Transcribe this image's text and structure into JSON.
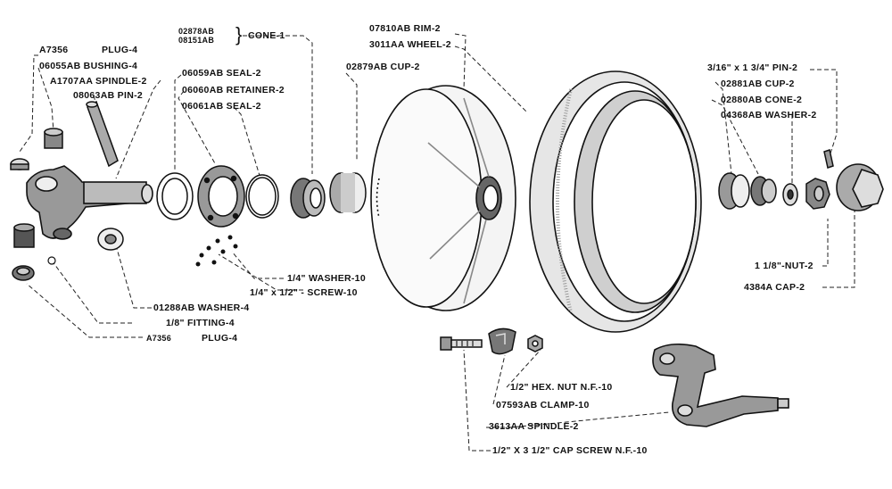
{
  "labels": {
    "plug_a": "A7356",
    "plug_a_name": "PLUG-4",
    "bushing": "06055AB BUSHING-4",
    "spindle_left": "A1707AA SPINDLE-2",
    "pin_left": "08063AB PIN-2",
    "cone_1": "02878AB",
    "cone_2": "08151AB",
    "cone_name": "CONE-1",
    "seal_1": "06059AB SEAL-2",
    "retainer": "06060AB RETAINER-2",
    "seal_2": "06061AB SEAL-2",
    "cup_left": "02879AB CUP-2",
    "rim": "07810AB RIM-2",
    "wheel": "3011AA WHEEL-2",
    "pin_right": "3/16\" x 1 3/4\" PIN-2",
    "cup_right": "02881AB CUP-2",
    "cone_right": "02880AB CONE-2",
    "washer_right": "04368AB WASHER-2",
    "nut_right": "1 1/8\"-NUT-2",
    "cap": "4384A CAP-2",
    "washer_small": "1/4\" WASHER-10",
    "screw": "1/4\" x 1/2\" - SCREW-10",
    "washer_left": "01288AB WASHER-4",
    "fitting": "1/8\" FITTING-4",
    "plug_b": "A7356",
    "plug_b_name": "PLUG-4",
    "hex_nut": "1/2\" HEX. NUT N.F.-10",
    "clamp": "07593AB CLAMP-10",
    "spindle_right": "3613AA SPINDLE-2",
    "cap_screw": "1/2\" X 3 1/2\" CAP SCREW N.F.-10"
  }
}
